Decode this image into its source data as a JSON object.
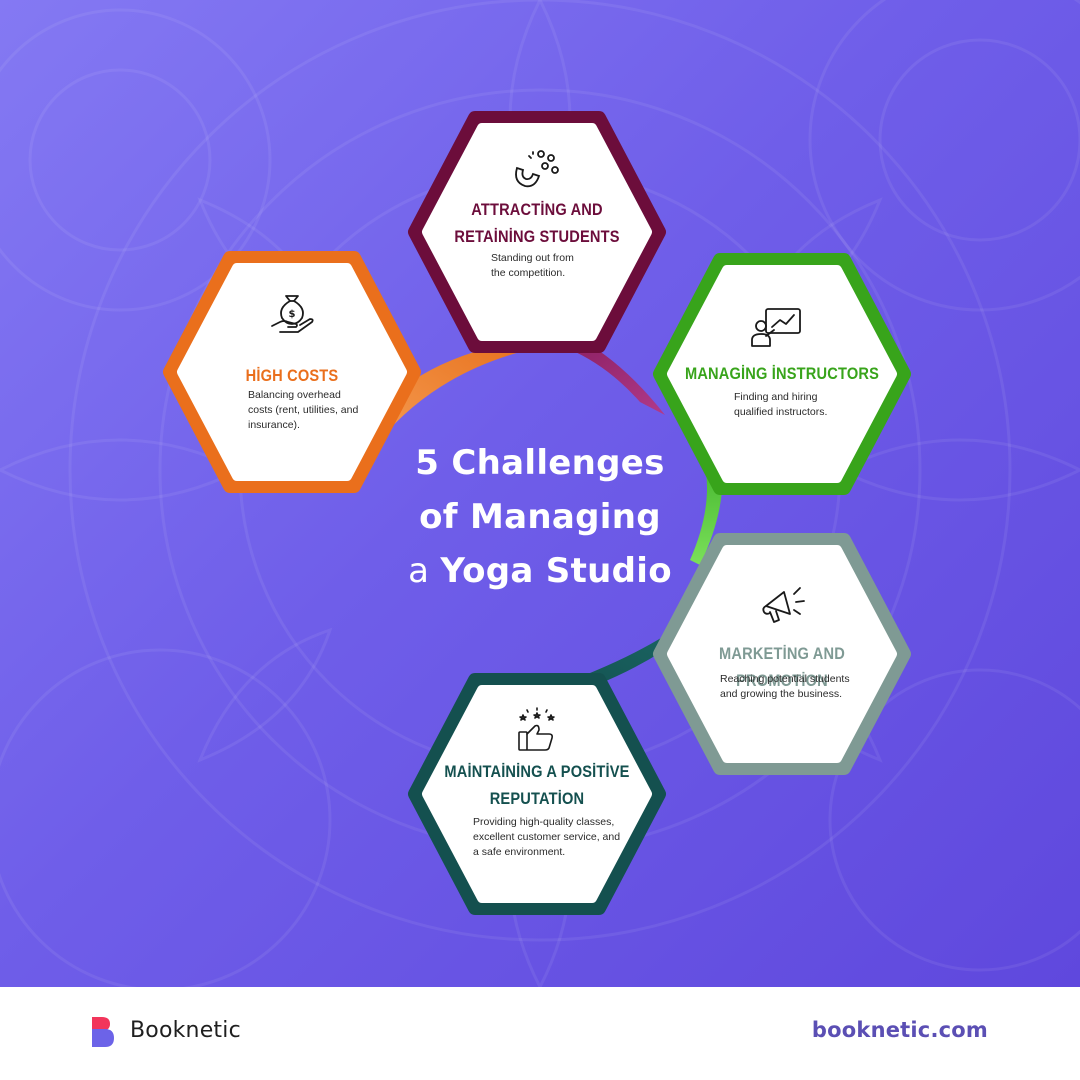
{
  "title": {
    "line1": "5 Challenges",
    "line2": "of Managing",
    "line3_prefix": "a ",
    "line3_bold": "Yoga Studio"
  },
  "cards": [
    {
      "id": "high-costs",
      "title_line1": "HİGH COSTS",
      "title_line2": "",
      "desc_lines": [
        "Balancing overhead",
        "costs (rent, utilities, and",
        "insurance)."
      ],
      "color": "#ea6f1c",
      "color_dark": "#c85a10",
      "icon": "money-bag-hand-icon"
    },
    {
      "id": "attracting-students",
      "title_line1": "ATTRACTİNG AND",
      "title_line2": "RETAİNİNG STUDENTS",
      "desc_lines": [
        "Standing out from",
        "the competition."
      ],
      "color": "#6c0d3b",
      "color_dark": "#560a2f",
      "icon": "magnet-people-icon"
    },
    {
      "id": "managing-instructors",
      "title_line1": "MANAGİNG İNSTRUCTORS",
      "title_line2": "",
      "desc_lines": [
        "Finding and hiring",
        "qualified instructors."
      ],
      "color": "#38a41b",
      "color_dark": "#2b8a12",
      "icon": "presentation-board-icon"
    },
    {
      "id": "marketing-promotion",
      "title_line1": "MARKETİNG AND PROMOTİON",
      "title_line2": "",
      "desc_lines": [
        "Reaching potential students",
        "and growing the business."
      ],
      "color": "#7f9a94",
      "color_dark": "#6a8580",
      "icon": "megaphone-icon"
    },
    {
      "id": "positive-reputation",
      "title_line1": "MAİNTAİNİNG A POSİTİVE",
      "title_line2": "REPUTATİON",
      "desc_lines": [
        "Providing high-quality classes,",
        "excellent customer service, and",
        "a safe environment."
      ],
      "color": "#14504f",
      "color_dark": "#0f3f3e",
      "icon": "thumbs-up-stars-icon"
    }
  ],
  "footer": {
    "brand": "Booknetic",
    "url": "booknetic.com",
    "logo_icon": "booknetic-logo-icon",
    "logo_color_top": "#f2355b",
    "logo_color_bottom": "#6c63e8"
  }
}
